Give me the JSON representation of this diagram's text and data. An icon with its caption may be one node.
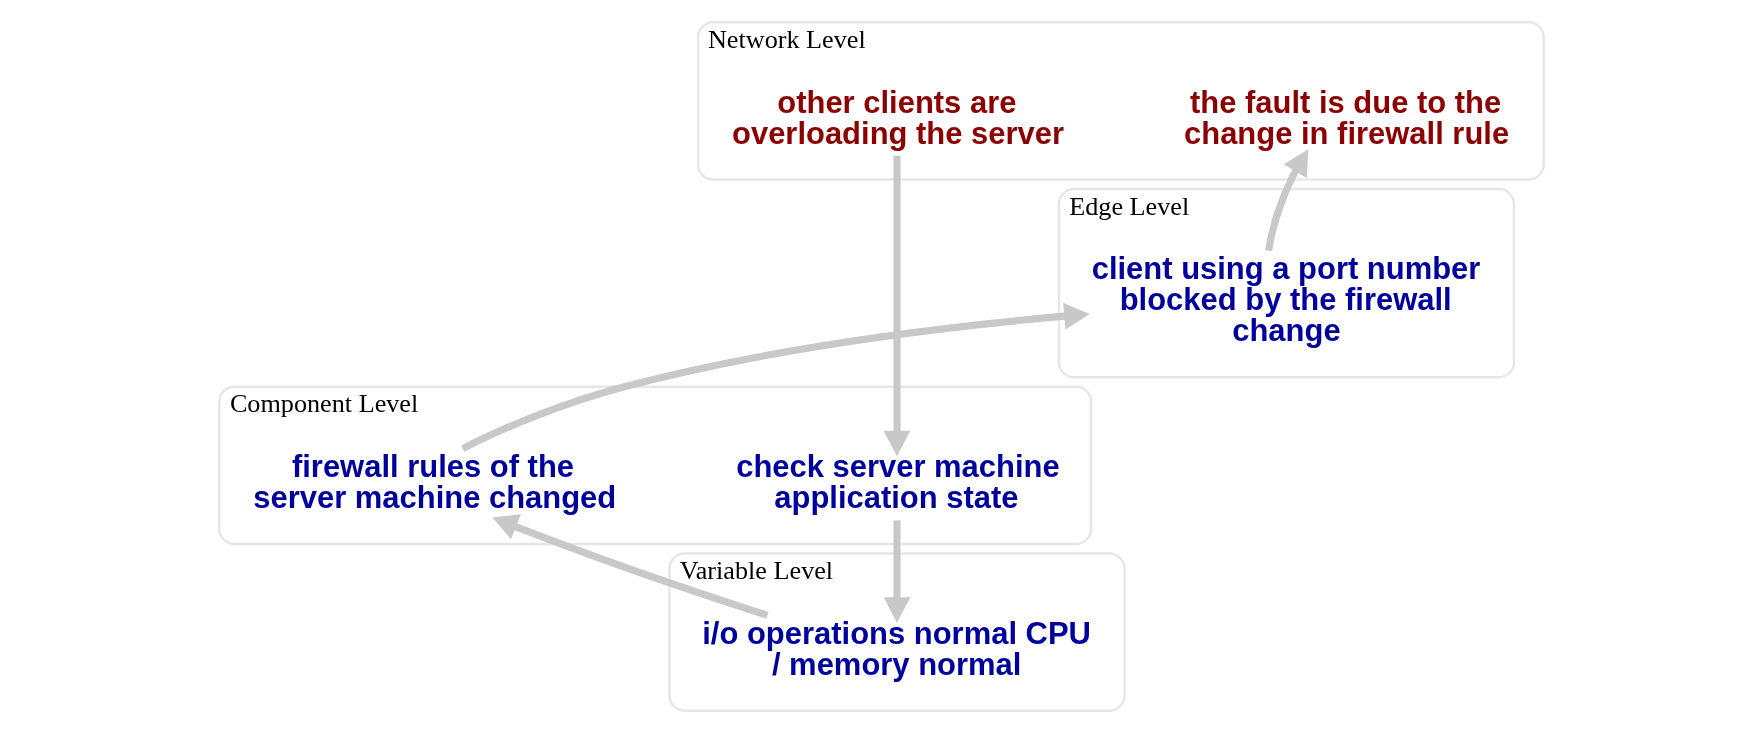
{
  "diagram": {
    "nodes": [
      {
        "text": [
          "Network Level"
        ]
      },
      {
        "text": [
          "other clients are overloading the server"
        ],
        "in": 0
      },
      {
        "text": [
          "the fault is due to the change in firewall rule"
        ],
        "in": 0
      },
      {
        "text": [
          "Edge Level"
        ]
      },
      {
        "text": [
          "client using a port number blocked by the firewall change"
        ],
        "in": 3
      },
      {
        "text": [
          "Component Level"
        ]
      },
      {
        "text": [
          "check server machine application state"
        ],
        "in": 5
      },
      {
        "text": [
          "firewall rules of the server machine changed"
        ],
        "in": 5
      },
      {
        "text": [
          "Variable Level"
        ]
      },
      {
        "text": [
          "i/o operations normal CPU / memory normal"
        ],
        "in": 8
      }
    ],
    "edges": [
      {
        "from": 1,
        "to": 6,
        "arrow": "to"
      },
      {
        "from": 6,
        "to": 9,
        "arrow": "to"
      },
      {
        "from": 9,
        "to": 7,
        "arrow": "to"
      },
      {
        "from": 7,
        "to": 4,
        "arrow": "to"
      },
      {
        "from": 4,
        "to": 2,
        "arrow": "to"
      }
    ]
  }
}
